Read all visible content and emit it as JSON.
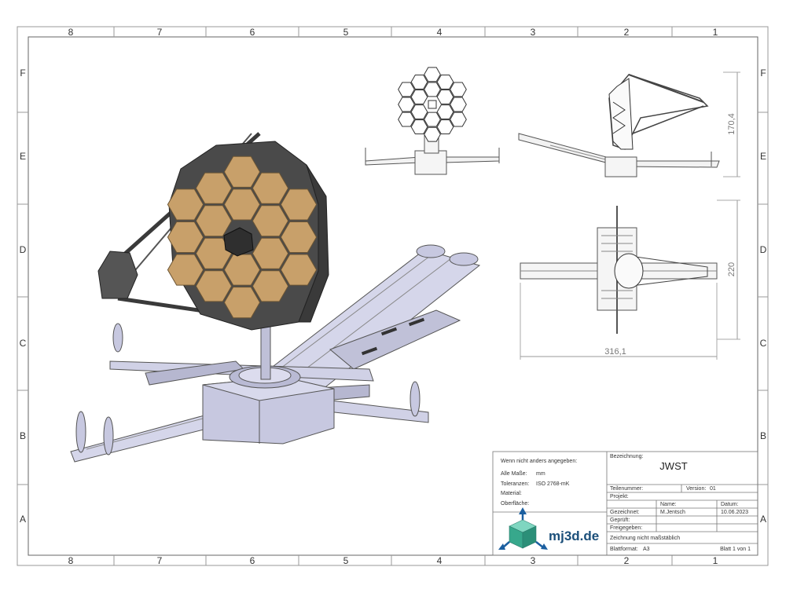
{
  "border": {
    "top_columns": [
      "8",
      "7",
      "6",
      "5",
      "4",
      "3",
      "2",
      "1"
    ],
    "bottom_columns": [
      "8",
      "7",
      "6",
      "5",
      "4",
      "3",
      "2",
      "1"
    ],
    "left_rows": [
      "F",
      "E",
      "D",
      "C",
      "B",
      "A"
    ],
    "right_rows": [
      "F",
      "E",
      "D",
      "C",
      "B",
      "A"
    ]
  },
  "dimensions": {
    "height_side": "170,4",
    "height_top": "220",
    "width_top": "316,1"
  },
  "title_block": {
    "general": {
      "header": "Wenn nicht anders angegeben:",
      "units_label": "Alle Maße:",
      "units_value": "mm",
      "tolerance_label": "Toleranzen:",
      "tolerance_value": "ISO 2768-mK",
      "material_label": "Material:",
      "surface_label": "Oberfläche:"
    },
    "designation_label": "Bezeichnung:",
    "designation_value": "JWST",
    "part_number_label": "Teilenummer:",
    "version_label": "Version:",
    "version_value": "01",
    "project_label": "Projekt:",
    "name_label": "Name:",
    "date_label": "Datum:",
    "drawn_label": "Gezeichnet:",
    "drawn_name": "M.Jentsch",
    "drawn_date": "10.06.2023",
    "checked_label": "Geprüft:",
    "released_label": "Freigegeben:",
    "scale_note": "Zeichnung nicht maßstäblich",
    "format_label": "Blattformat:",
    "format_value": "A3",
    "sheet_info": "Blatt 1 von 1",
    "logo_text": "mj3d.de"
  },
  "colors": {
    "mirror_gold": "#c8a06a",
    "frame_dark": "#4a4a4a",
    "base_lavender": "#c7c8e0",
    "line": "#555555"
  }
}
